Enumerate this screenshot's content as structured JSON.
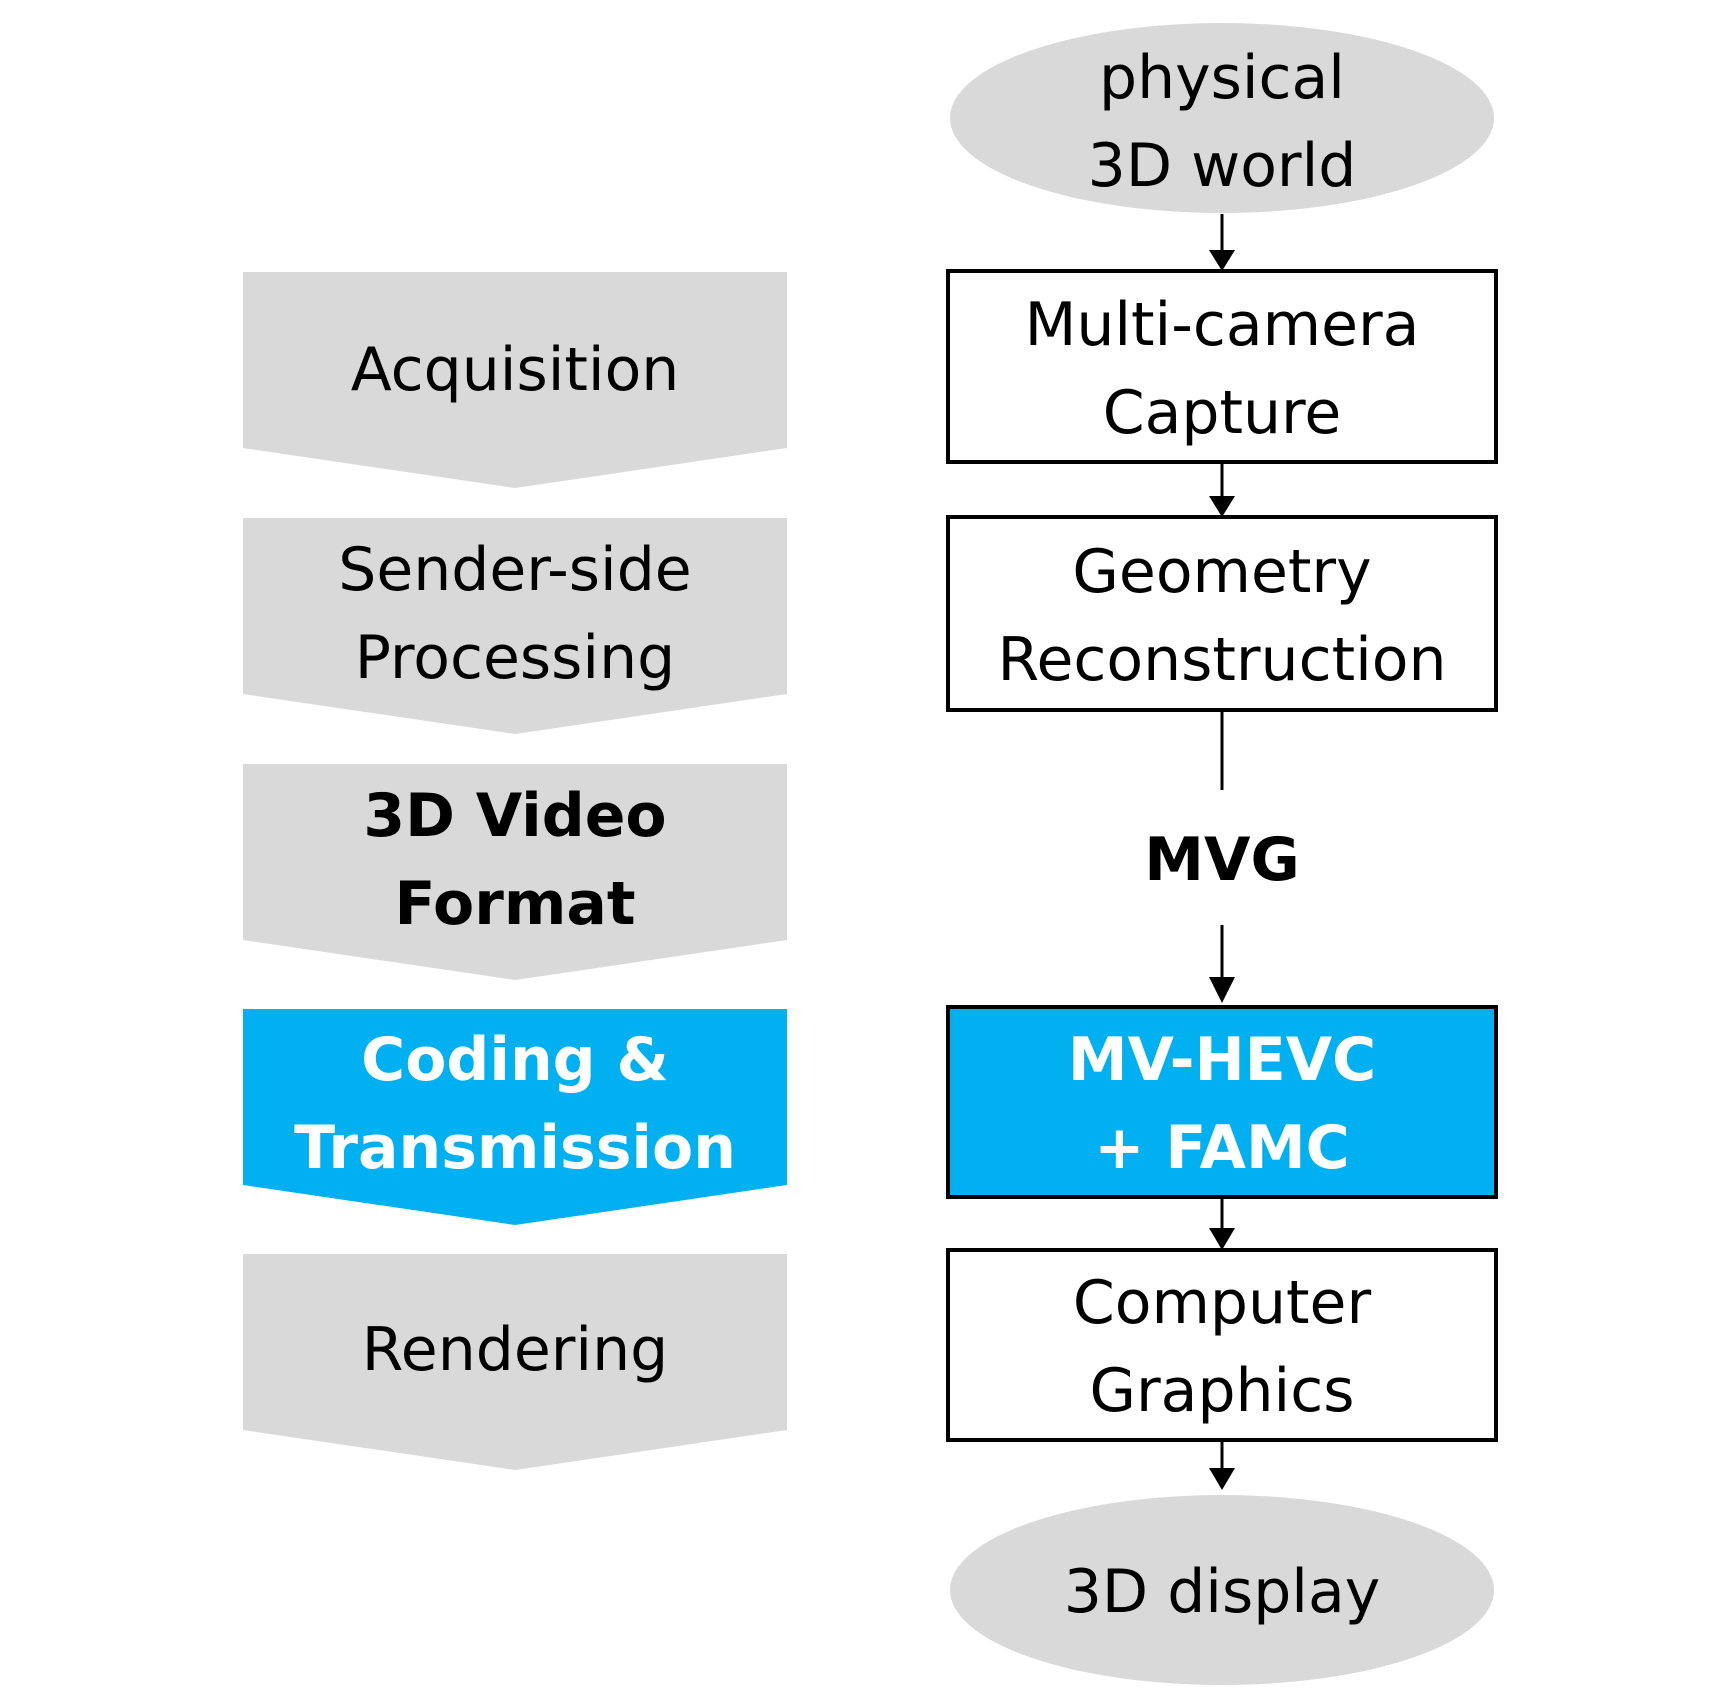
{
  "colors": {
    "stage_gray": "#d9d9d9",
    "highlight_blue": "#00b0f0",
    "ellipse_gray": "#d9d9d9",
    "stroke": "#000000",
    "box_fill": "#ffffff"
  },
  "stages": [
    {
      "lines": [
        "Acquisition"
      ],
      "bold": false,
      "highlight": false
    },
    {
      "lines": [
        "Sender-side",
        "Processing"
      ],
      "bold": false,
      "highlight": false
    },
    {
      "lines": [
        "3D Video",
        "Format"
      ],
      "bold": true,
      "highlight": false
    },
    {
      "lines": [
        "Coding &",
        "Transmission"
      ],
      "bold": true,
      "highlight": true
    },
    {
      "lines": [
        "Rendering"
      ],
      "bold": false,
      "highlight": false
    }
  ],
  "pipeline": {
    "source": {
      "lines": [
        "physical",
        "3D world"
      ],
      "shape": "ellipse"
    },
    "capture": {
      "lines": [
        "Multi-camera",
        "Capture"
      ],
      "shape": "box"
    },
    "reconstruction": {
      "lines": [
        "Geometry",
        "Reconstruction"
      ],
      "shape": "box"
    },
    "format": {
      "lines": [
        "MVG"
      ],
      "shape": "label"
    },
    "coding": {
      "lines": [
        "MV-HEVC",
        "+ FAMC"
      ],
      "shape": "box-highlight"
    },
    "graphics": {
      "lines": [
        "Computer",
        "Graphics"
      ],
      "shape": "box"
    },
    "sink": {
      "lines": [
        "3D display"
      ],
      "shape": "ellipse"
    }
  }
}
